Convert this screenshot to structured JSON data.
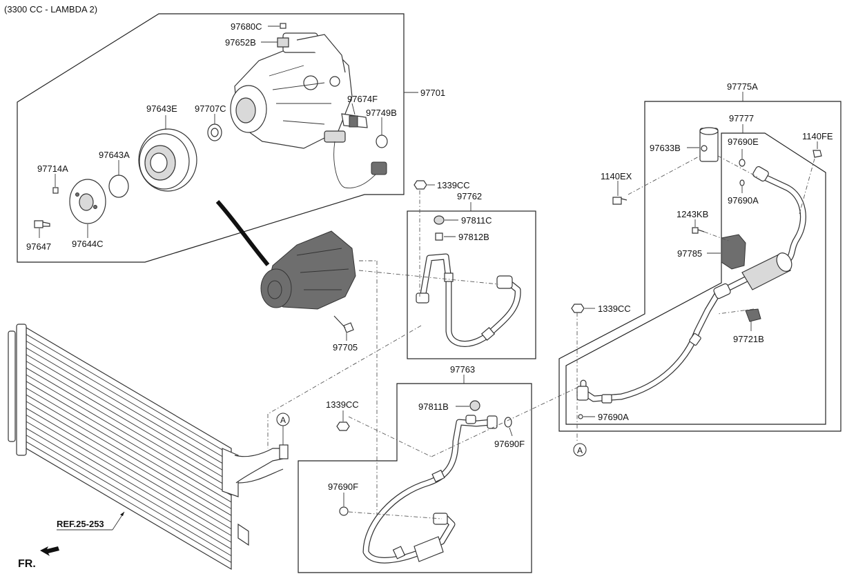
{
  "header": {
    "title": "(3300 CC - LAMBDA 2)"
  },
  "labels": {
    "p97680C": "97680C",
    "p97652B": "97652B",
    "p97701": "97701",
    "p97674F": "97674F",
    "p97749B": "97749B",
    "p97643E": "97643E",
    "p97707C": "97707C",
    "p97643A": "97643A",
    "p97714A": "97714A",
    "p97647": "97647",
    "p97644C": "97644C",
    "p97705": "97705",
    "p1339CC_a": "1339CC",
    "p97762": "97762",
    "p97811C": "97811C",
    "p97812B": "97812B",
    "p97763": "97763",
    "p1339CC_b": "1339CC",
    "p97811B": "97811B",
    "p97690F_a": "97690F",
    "p97690F_b": "97690F",
    "p97775A": "97775A",
    "p97777": "97777",
    "p97633B": "97633B",
    "p97690E": "97690E",
    "p1140FE": "1140FE",
    "p1140EX": "1140EX",
    "p97690A_a": "97690A",
    "p1243KB": "1243KB",
    "p97785": "97785",
    "p1339CC_c": "1339CC",
    "p97721B": "97721B",
    "p97690A_b": "97690A"
  },
  "markers": {
    "a": "A"
  },
  "ref_note": "REF.25-253",
  "direction": "FR."
}
